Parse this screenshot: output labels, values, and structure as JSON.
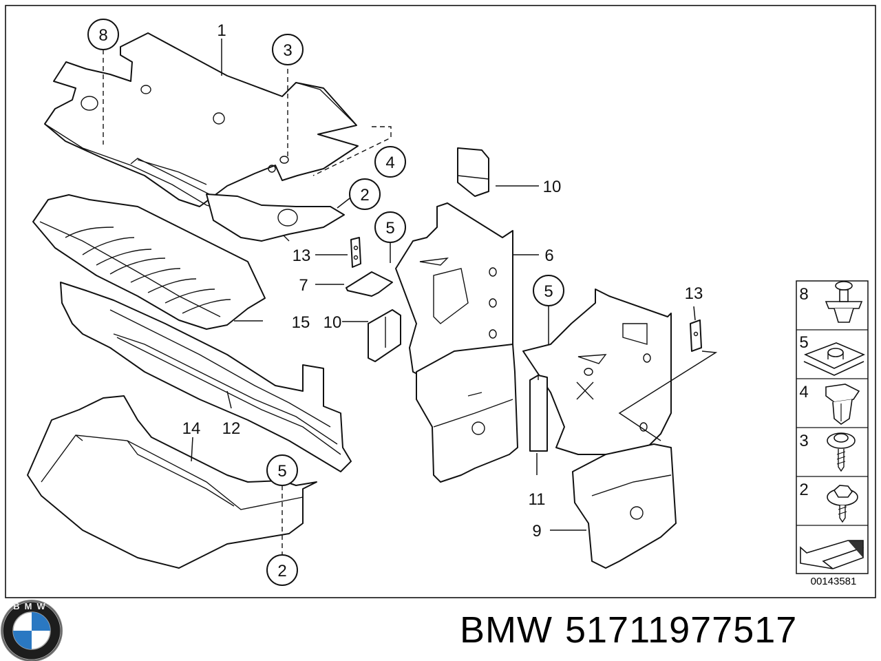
{
  "callouts": {
    "c1": "1",
    "c2a": "2",
    "c2b": "2",
    "c3": "3",
    "c4": "4",
    "c5a": "5",
    "c5b": "5",
    "c5c": "5",
    "c6": "6",
    "c7": "7",
    "c8": "8",
    "c9": "9",
    "c10a": "10",
    "c10b": "10",
    "c11": "11",
    "c12": "12",
    "c13a": "13",
    "c13b": "13",
    "c14": "14",
    "c15": "15"
  },
  "legend": {
    "items": [
      "8",
      "5",
      "4",
      "3",
      "2"
    ]
  },
  "diagram_id": "00143581",
  "footer": {
    "brand": "BMW",
    "part_number": "51711977517",
    "logo_letters": "BMW"
  }
}
